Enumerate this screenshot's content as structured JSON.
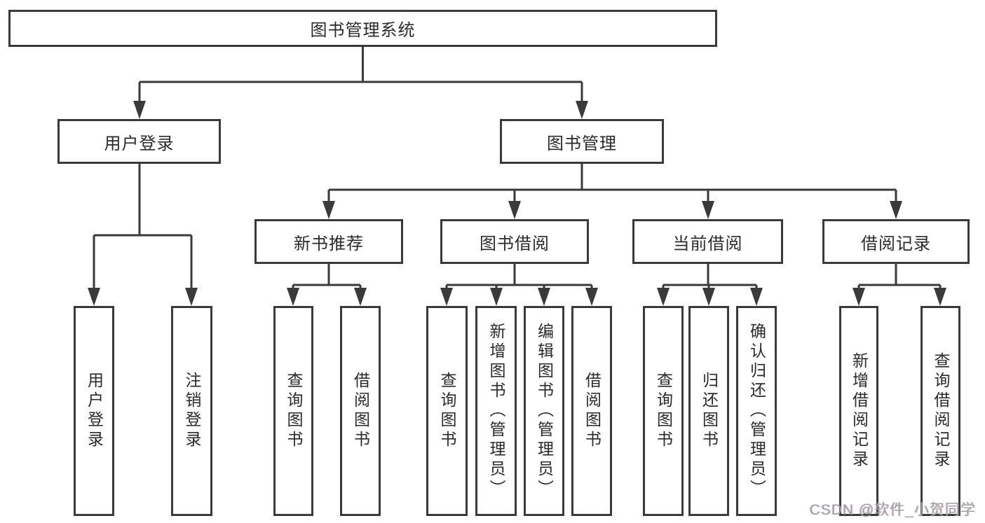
{
  "tree": {
    "label": "图书管理系统",
    "children": [
      {
        "label": "用户登录",
        "children": [
          {
            "label": "用户登录"
          },
          {
            "label": "注销登录"
          }
        ]
      },
      {
        "label": "图书管理",
        "children": [
          {
            "label": "新书推荐",
            "children": [
              {
                "label": "查询图书"
              },
              {
                "label": "借阅图书"
              }
            ]
          },
          {
            "label": "图书借阅",
            "children": [
              {
                "label": "查询图书"
              },
              {
                "label": "新增图书（管理员）"
              },
              {
                "label": "编辑图书（管理员）"
              },
              {
                "label": "借阅图书"
              }
            ]
          },
          {
            "label": "当前借阅",
            "children": [
              {
                "label": "查询图书"
              },
              {
                "label": "归还图书"
              },
              {
                "label": "确认归还（管理员）"
              }
            ]
          },
          {
            "label": "借阅记录",
            "children": [
              {
                "label": "新增借阅记录"
              },
              {
                "label": "查询借阅记录"
              }
            ]
          }
        ]
      }
    ]
  },
  "watermark": {
    "text": "CSDN @软件_小贺同学"
  },
  "colors": {
    "line": "#3a3a3a",
    "text": "#2a2a2a",
    "watermark": "#a0a0a0",
    "background": "#ffffff"
  }
}
